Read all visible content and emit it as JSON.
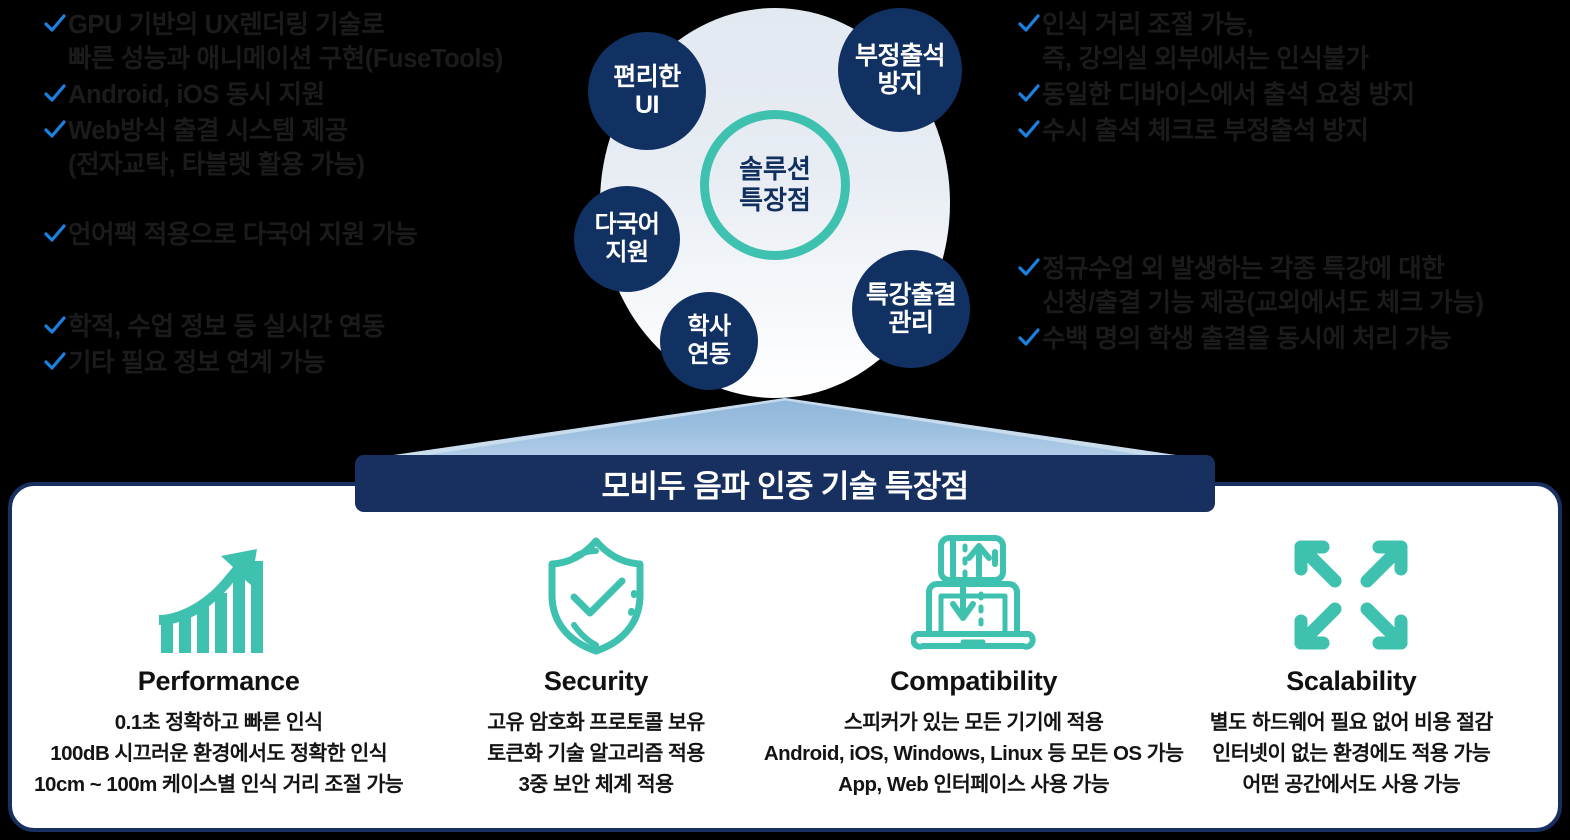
{
  "colors": {
    "accent_teal": "#3fc1b0",
    "navy": "#123163",
    "banner_navy": "#18305f",
    "check_blue": "#1a82e2",
    "halo": "#e3e9f1",
    "text_dark": "#1b1b1b"
  },
  "left_column": {
    "group_top": [
      {
        "icon": "check-icon",
        "line1": "GPU 기반의 UX렌더링 기술로",
        "line2": "빠른 성능과 애니메이션 구현(FuseTools)"
      },
      {
        "icon": "check-icon",
        "line1": "Android, iOS 동시 지원",
        "line2": ""
      },
      {
        "icon": "check-icon",
        "line1": "Web방식 출결 시스템 제공",
        "line2": "(전자교탁, 타블렛 활용 가능)"
      }
    ],
    "group_mid": [
      {
        "icon": "check-icon",
        "line1": "언어팩 적용으로 다국어 지원 가능",
        "line2": ""
      }
    ],
    "group_bottom": [
      {
        "icon": "check-icon",
        "line1": "학적, 수업 정보 등 실시간 연동",
        "line2": ""
      },
      {
        "icon": "check-icon",
        "line1": "기타 필요 정보 연계 가능",
        "line2": ""
      }
    ]
  },
  "right_column": {
    "group_top": [
      {
        "icon": "check-icon",
        "line1": "인식 거리 조절 가능,",
        "line2": "즉, 강의실 외부에서는 인식불가"
      },
      {
        "icon": "check-icon",
        "line1": "동일한 디바이스에서 출석 요청 방지",
        "line2": ""
      },
      {
        "icon": "check-icon",
        "line1": "수시 출석 체크로 부정출석 방지",
        "line2": ""
      }
    ],
    "group_bottom": [
      {
        "icon": "check-icon",
        "line1": "정규수업 외 발생하는 각종 특강에 대한",
        "line2": "신청/출결 기능 제공(교외에서도 체크 가능)"
      },
      {
        "icon": "check-icon",
        "line1": "수백 명의 학생 출결을 동시에 처리 가능",
        "line2": ""
      }
    ]
  },
  "diagram": {
    "center": {
      "line1": "솔루션",
      "line2": "특장점"
    },
    "nodes": [
      {
        "id": "node-ui",
        "line1": "편리한",
        "line2": "UI"
      },
      {
        "id": "node-lang",
        "line1": "다국어",
        "line2": "지원"
      },
      {
        "id": "node-acad",
        "line1": "학사",
        "line2": "연동"
      },
      {
        "id": "node-fraud",
        "line1": "부정출석",
        "line2": "방지"
      },
      {
        "id": "node-special",
        "line1": "특강출결",
        "line2": "관리"
      }
    ]
  },
  "banner": {
    "title": "모비두 음파 인증 기술 특장점"
  },
  "features": [
    {
      "icon": "growth-chart-arrow-icon",
      "title": "Performance",
      "lines": [
        "0.1초 정확하고 빠른 인식",
        "100dB  시끄러운 환경에서도 정확한 인식",
        "10cm ~ 100m 케이스별 인식 거리 조절 가능"
      ]
    },
    {
      "icon": "shield-check-icon",
      "title": "Security",
      "lines": [
        "고유 암호화 프로토콜 보유",
        "토큰화 기술 알고리즘 적용",
        "3중 보안 체계 적용"
      ]
    },
    {
      "icon": "laptop-phone-sync-icon",
      "title": "Compatibility",
      "lines": [
        "스피커가 있는 모든 기기에 적용",
        "Android, iOS, Windows, Linux 등 모든 OS 가능",
        "App, Web 인터페이스 사용 가능"
      ]
    },
    {
      "icon": "expand-arrows-icon",
      "title": "Scalability",
      "lines": [
        "별도 하드웨어 필요 없어 비용 절감",
        "인터넷이 없는 환경에도 적용 가능",
        "어떤 공간에서도 사용 가능"
      ]
    }
  ]
}
